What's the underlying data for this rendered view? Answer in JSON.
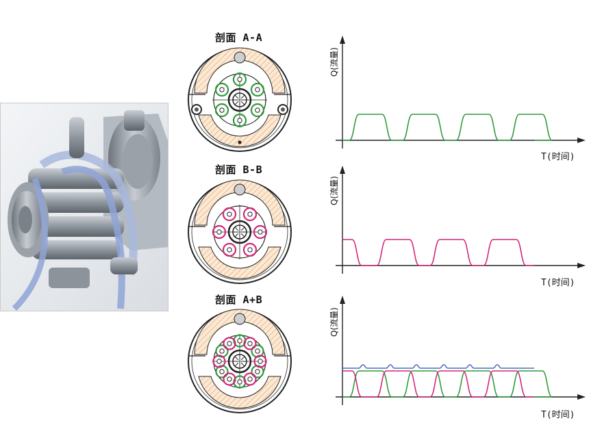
{
  "sections": [
    {
      "title": "剖面 A-A",
      "bore_color": "#2f9a3a",
      "ring": "A"
    },
    {
      "title": "剖面 B-B",
      "bore_color": "#d2267a",
      "ring": "B"
    },
    {
      "title": "剖面 A+B",
      "bore_color": "#2f9a3a",
      "ring": "AB"
    }
  ],
  "graphs": [
    {
      "ylabel": "Q(流量)",
      "xlabel": "T(时间)"
    },
    {
      "ylabel": "Q(流量)",
      "xlabel": "T(时间)"
    },
    {
      "ylabel": "Q(流量)",
      "xlabel": "T(时间)"
    }
  ],
  "colors": {
    "series_a": "#2f9a3a",
    "series_b": "#d2267a",
    "sum": "#4a6fb8",
    "hatch": "#e8b07a"
  }
}
